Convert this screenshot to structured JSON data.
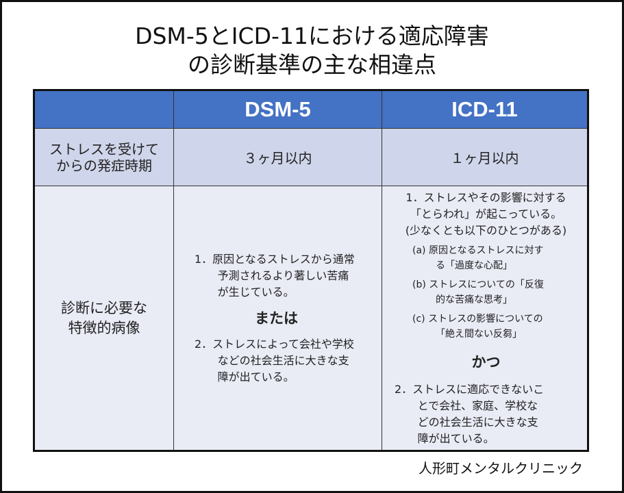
{
  "title": {
    "line1": "DSM-5とICD-11における適応障害",
    "line2": "の診断基準の主な相違点"
  },
  "table": {
    "headers": [
      "",
      "DSM-5",
      "ICD-11"
    ],
    "onset": {
      "label": "ストレスを受けて\nからの発症時期",
      "dsm5": "３ヶ月以内",
      "icd11": "１ヶ月以内"
    },
    "features": {
      "label_line1": "診断に必要な",
      "label_line2": "特徴的病像",
      "dsm5": {
        "item1": "1．原因となるストレスから通常予測されるより著しい苦痛が生じている。",
        "conj": "または",
        "item2": "2．ストレスによって会社や学校などの社会生活に大きな支障が出ている。"
      },
      "icd11": {
        "item1_line1": "1．ストレスやその影響に対する",
        "item1_line2": "「とらわれ」が起こっている。",
        "item1_note": "(少なくとも以下のひとつがある)",
        "sub": [
          "(a) 原因となるストレスに対する「過度な心配」",
          "(b) ストレスについての「反復的な苦痛な思考」",
          "(c) ストレスの影響についての「絶え間ない反芻」"
        ],
        "conj": "かつ",
        "item2": "2．ストレスに適応できないことで会社、家庭、学校などの社会生活に大きな支障が出ている。"
      }
    }
  },
  "footer": "人形町メンタルクリニック"
}
